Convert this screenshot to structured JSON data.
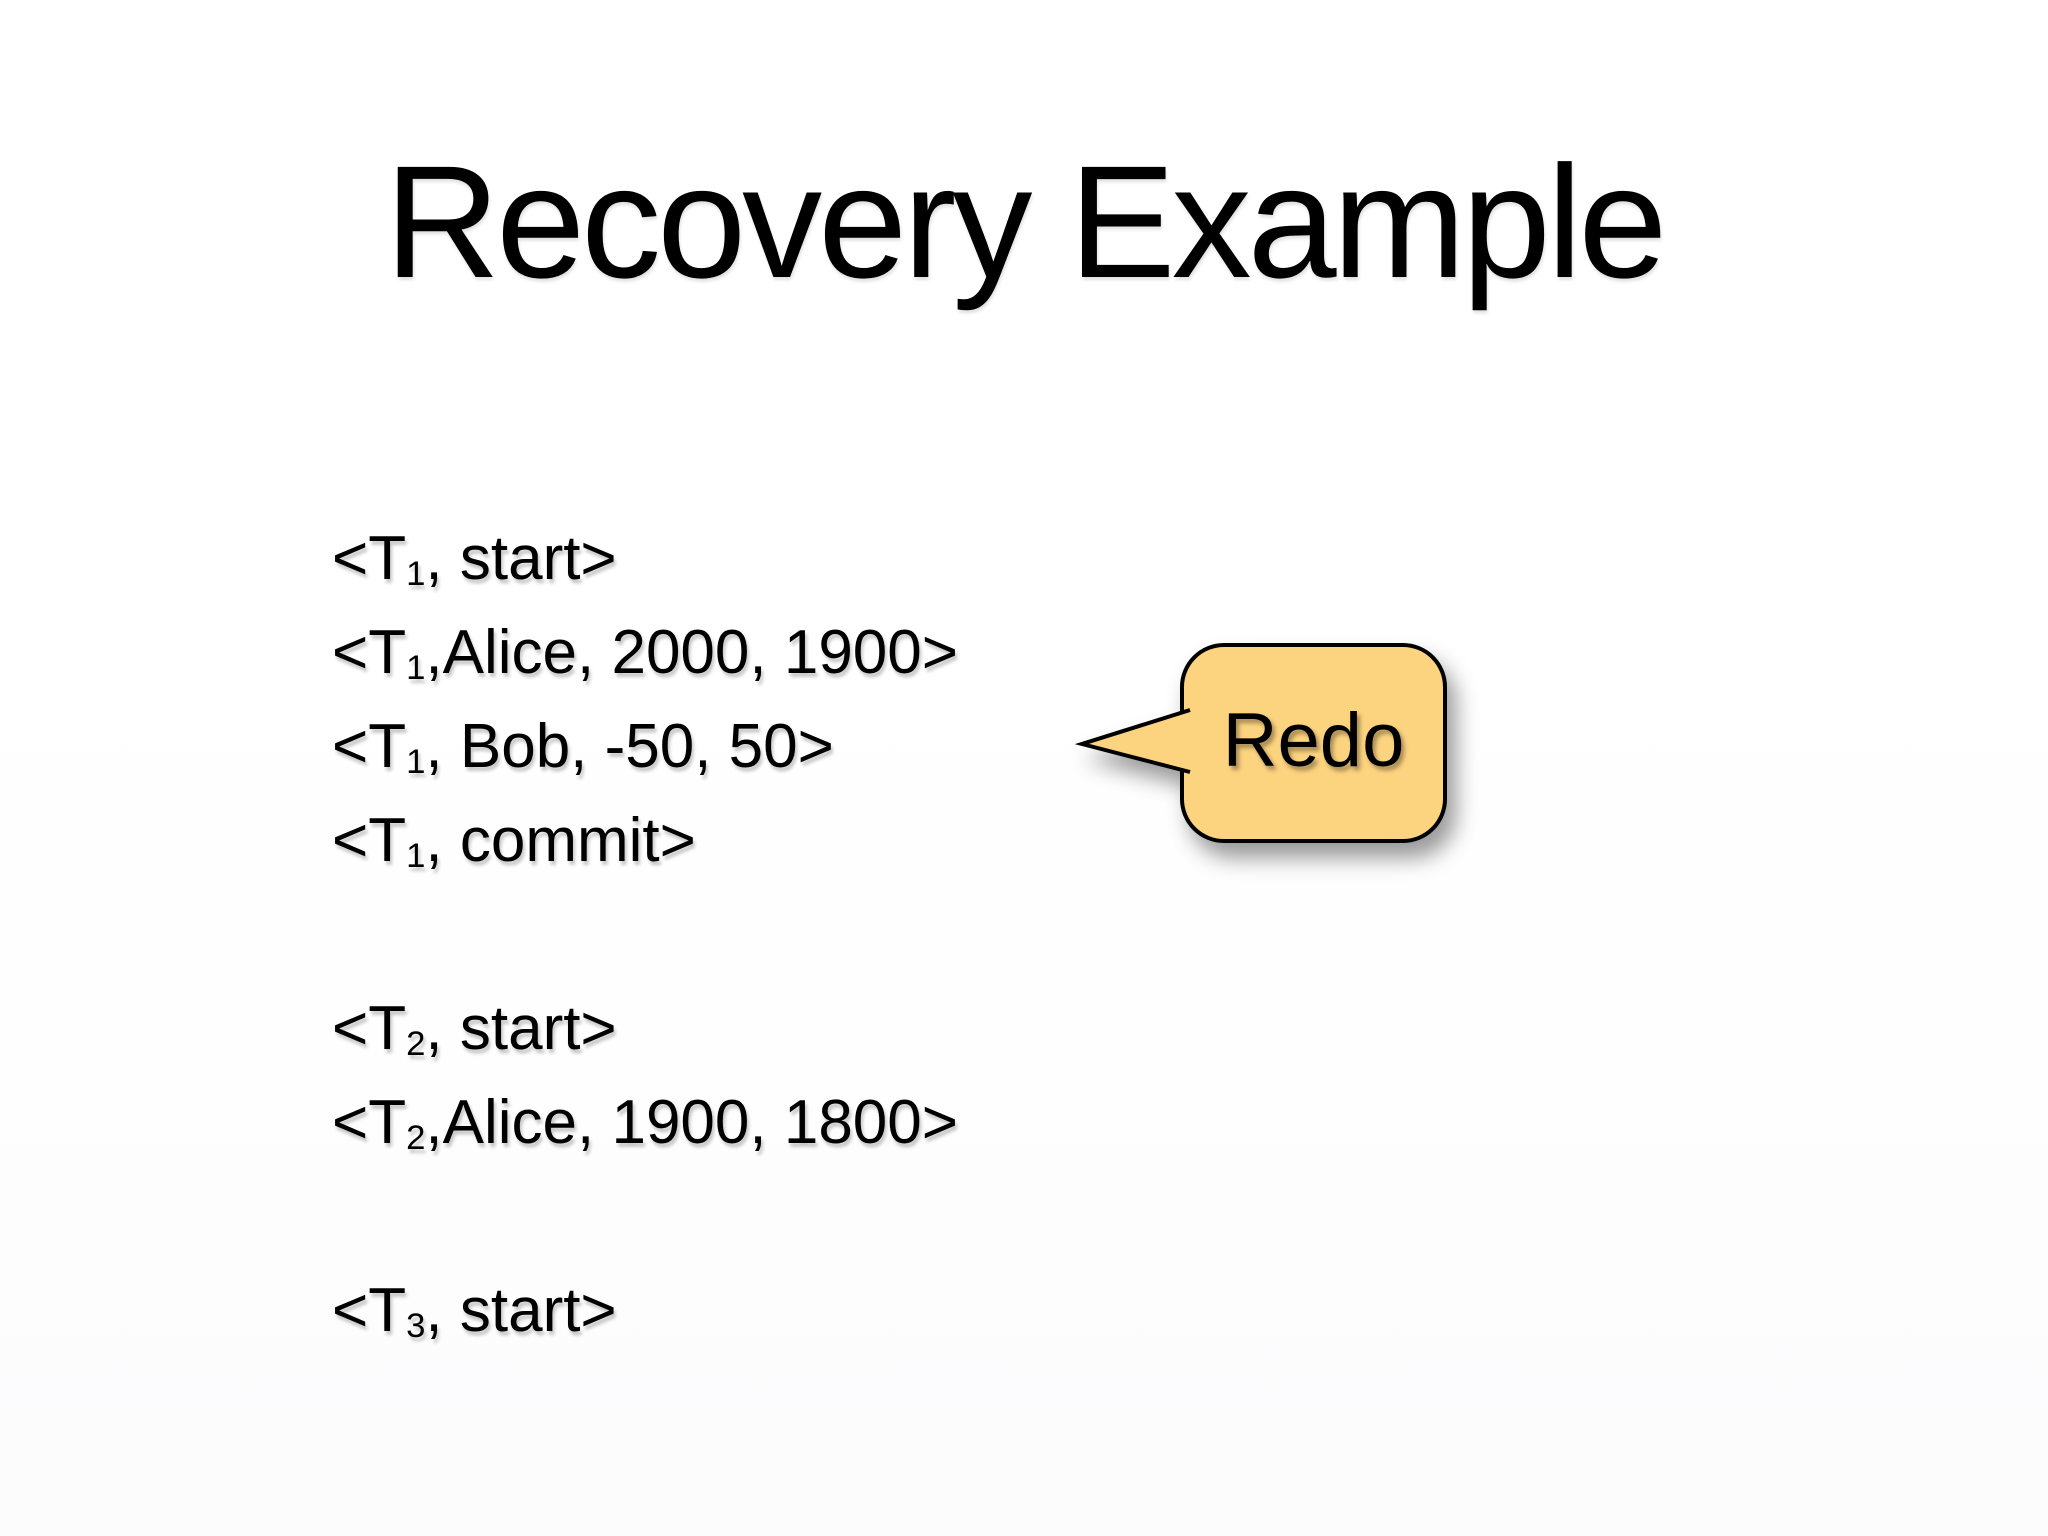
{
  "slide": {
    "title": "Recovery Example",
    "background_color": "#ffffff",
    "text_color": "#000000"
  },
  "log": {
    "groups": [
      {
        "lines": [
          {
            "prefix": "<T",
            "sub": "1",
            "rest": ", start>"
          },
          {
            "prefix": "<T",
            "sub": "1",
            "rest": ",Alice, 2000, 1900>"
          },
          {
            "prefix": "<T",
            "sub": "1",
            "rest": ", Bob, -50, 50>"
          },
          {
            "prefix": "<T",
            "sub": "1",
            "rest": ", commit>"
          }
        ]
      },
      {
        "lines": [
          {
            "prefix": "<T",
            "sub": "2",
            "rest": ", start>"
          },
          {
            "prefix": "<T",
            "sub": "2",
            "rest": ",Alice, 1900, 1800>"
          }
        ]
      },
      {
        "lines": [
          {
            "prefix": "<T",
            "sub": "3",
            "rest": ", start>"
          }
        ]
      }
    ]
  },
  "callout": {
    "label": "Redo",
    "fill_color": "#FCD37E",
    "border_color": "#000000"
  }
}
